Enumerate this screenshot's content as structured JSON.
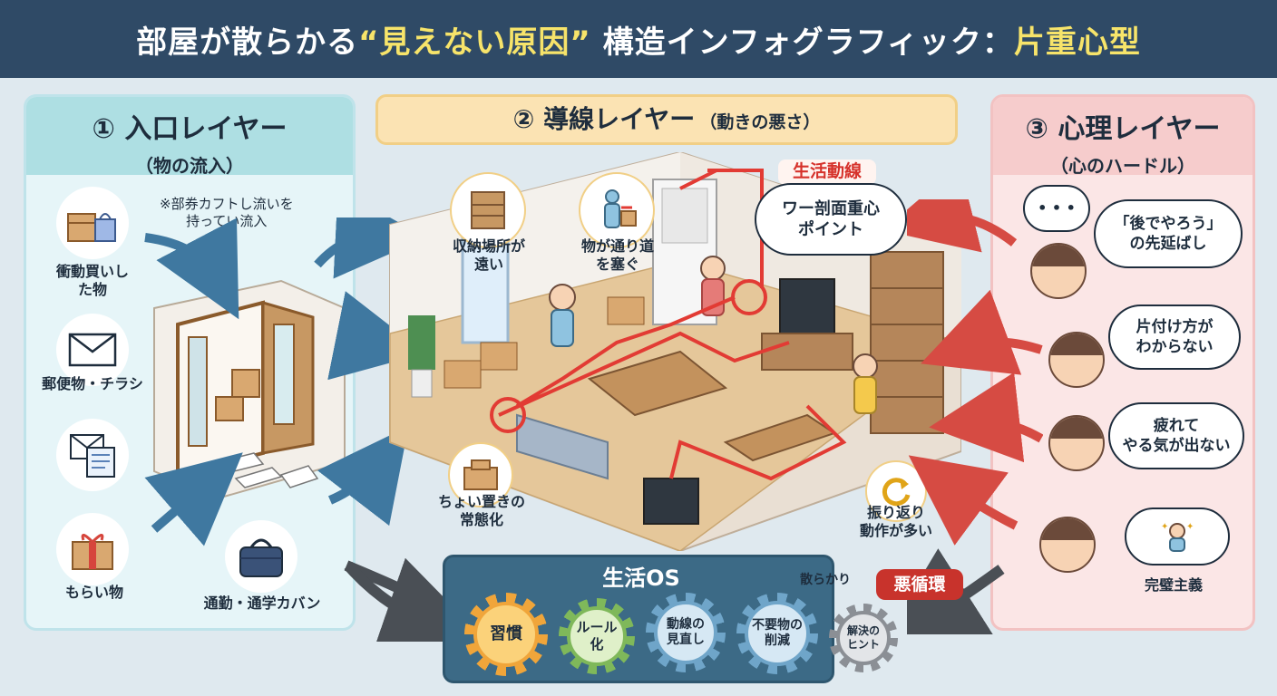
{
  "title": {
    "part1": "部屋が散らかる",
    "highlight1": "“見えない原因”",
    "part2": " 構造インフォグラフィック：",
    "highlight2": "片重心型"
  },
  "entry_layer": {
    "title": "① 入口レイヤー",
    "subtitle": "（物の流入）",
    "note": "※部券カフトし流いを\n持ってい流入",
    "items": [
      {
        "label": "衝動買いし\nた物",
        "icon": "box-bag-icon"
      },
      {
        "label": "郵便物・チラシ",
        "icon": "envelope-icon"
      },
      {
        "label": "",
        "icon": "document-icon"
      },
      {
        "label": "もらい物",
        "icon": "gift-icon"
      },
      {
        "label": "通勤・通学カバン",
        "icon": "bag-icon"
      }
    ]
  },
  "flow_layer": {
    "title": "② 導線レイヤー",
    "subtitle": "（動きの悪さ）",
    "callouts": [
      {
        "label": "収納場所が\n遠い",
        "icon": "shelf-icon"
      },
      {
        "label": "物が通り道\nを塞ぐ",
        "icon": "person-box-icon"
      },
      {
        "label": "ちょい置きの\n常態化",
        "icon": "box-icon"
      },
      {
        "label": "振り返り\n動作が多い",
        "icon": "rotate-icon"
      }
    ],
    "route_tag": "生活動線",
    "route_bubble": "ワー剖面重心\nポイント"
  },
  "psych_layer": {
    "title": "③ 心理レイヤー",
    "subtitle": "（心のハードル）",
    "thought_dots": "• • •",
    "items": [
      {
        "label": "「後でやろう」\nの先延ばし"
      },
      {
        "label": "片付け方が\nわからない"
      },
      {
        "label": "疲れて\nやる気が出ない"
      },
      {
        "label": "完璧主義"
      }
    ]
  },
  "os": {
    "title": "生活OS",
    "scatter_label": "散らかり",
    "vicious_label": "悪循環",
    "gears": [
      {
        "label": "習慣"
      },
      {
        "label": "ルール化"
      },
      {
        "label": "動線の\n見直し"
      },
      {
        "label": "不要物の\n削減"
      },
      {
        "label": "解決の\nヒント"
      }
    ]
  },
  "colors": {
    "title_bg": "#2f4a66",
    "highlight": "#f7e46a",
    "entry": "#aedfe3",
    "flow": "#fbe3b3",
    "psych": "#f6cccc",
    "arrow_blue": "#3f78a0",
    "arrow_red": "#d64b43",
    "route_red": "#e23b34"
  }
}
